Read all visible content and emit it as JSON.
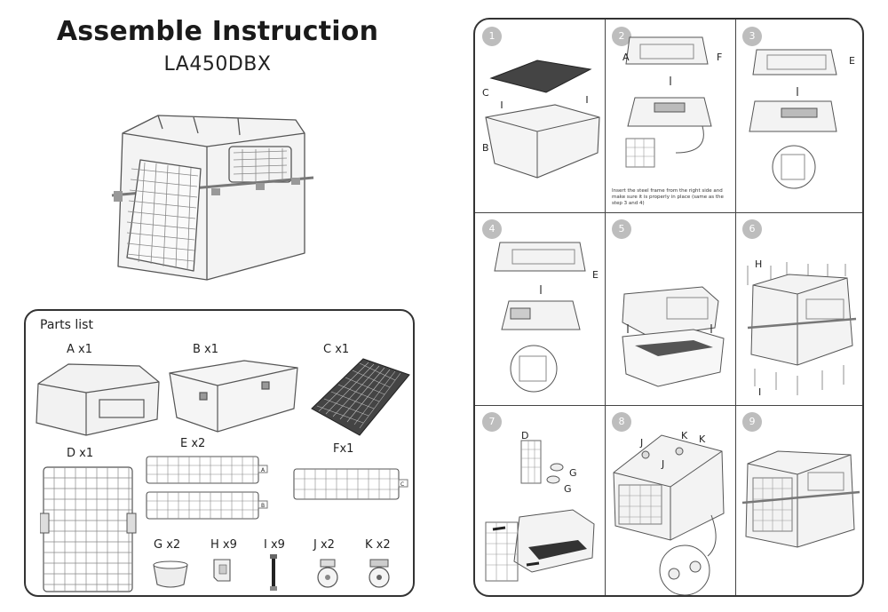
{
  "header": {
    "title": "Assemble Instruction",
    "model": "LA450DBX"
  },
  "parts": {
    "title": "Parts list",
    "items": [
      {
        "id": "A",
        "label": "A x1"
      },
      {
        "id": "B",
        "label": "B x1"
      },
      {
        "id": "C",
        "label": "C x1"
      },
      {
        "id": "D",
        "label": "D x1"
      },
      {
        "id": "E",
        "label": "E x2"
      },
      {
        "id": "F",
        "label": "Fx1"
      },
      {
        "id": "G",
        "label": "G x2"
      },
      {
        "id": "H",
        "label": "H x9"
      },
      {
        "id": "I",
        "label": "I x9"
      },
      {
        "id": "J",
        "label": "J x2"
      },
      {
        "id": "K",
        "label": "K x2"
      }
    ],
    "tags": {
      "e_top": "A",
      "e_bottom": "B",
      "f_tag": "C"
    }
  },
  "steps": [
    {
      "number": "1",
      "labels": [
        "C",
        "B"
      ]
    },
    {
      "number": "2",
      "labels": [
        "A",
        "F"
      ],
      "note": "Insert the steel frame from the right side and make sure it is properly in place (same as the step 3 and 4)"
    },
    {
      "number": "3",
      "labels": [
        "E"
      ]
    },
    {
      "number": "4",
      "labels": [
        "E"
      ]
    },
    {
      "number": "5",
      "labels": []
    },
    {
      "number": "6",
      "labels": [
        "H",
        "I"
      ]
    },
    {
      "number": "7",
      "labels": [
        "D",
        "G",
        "G"
      ]
    },
    {
      "number": "8",
      "labels": [
        "J",
        "J",
        "K",
        "K"
      ]
    },
    {
      "number": "9",
      "labels": []
    }
  ]
}
